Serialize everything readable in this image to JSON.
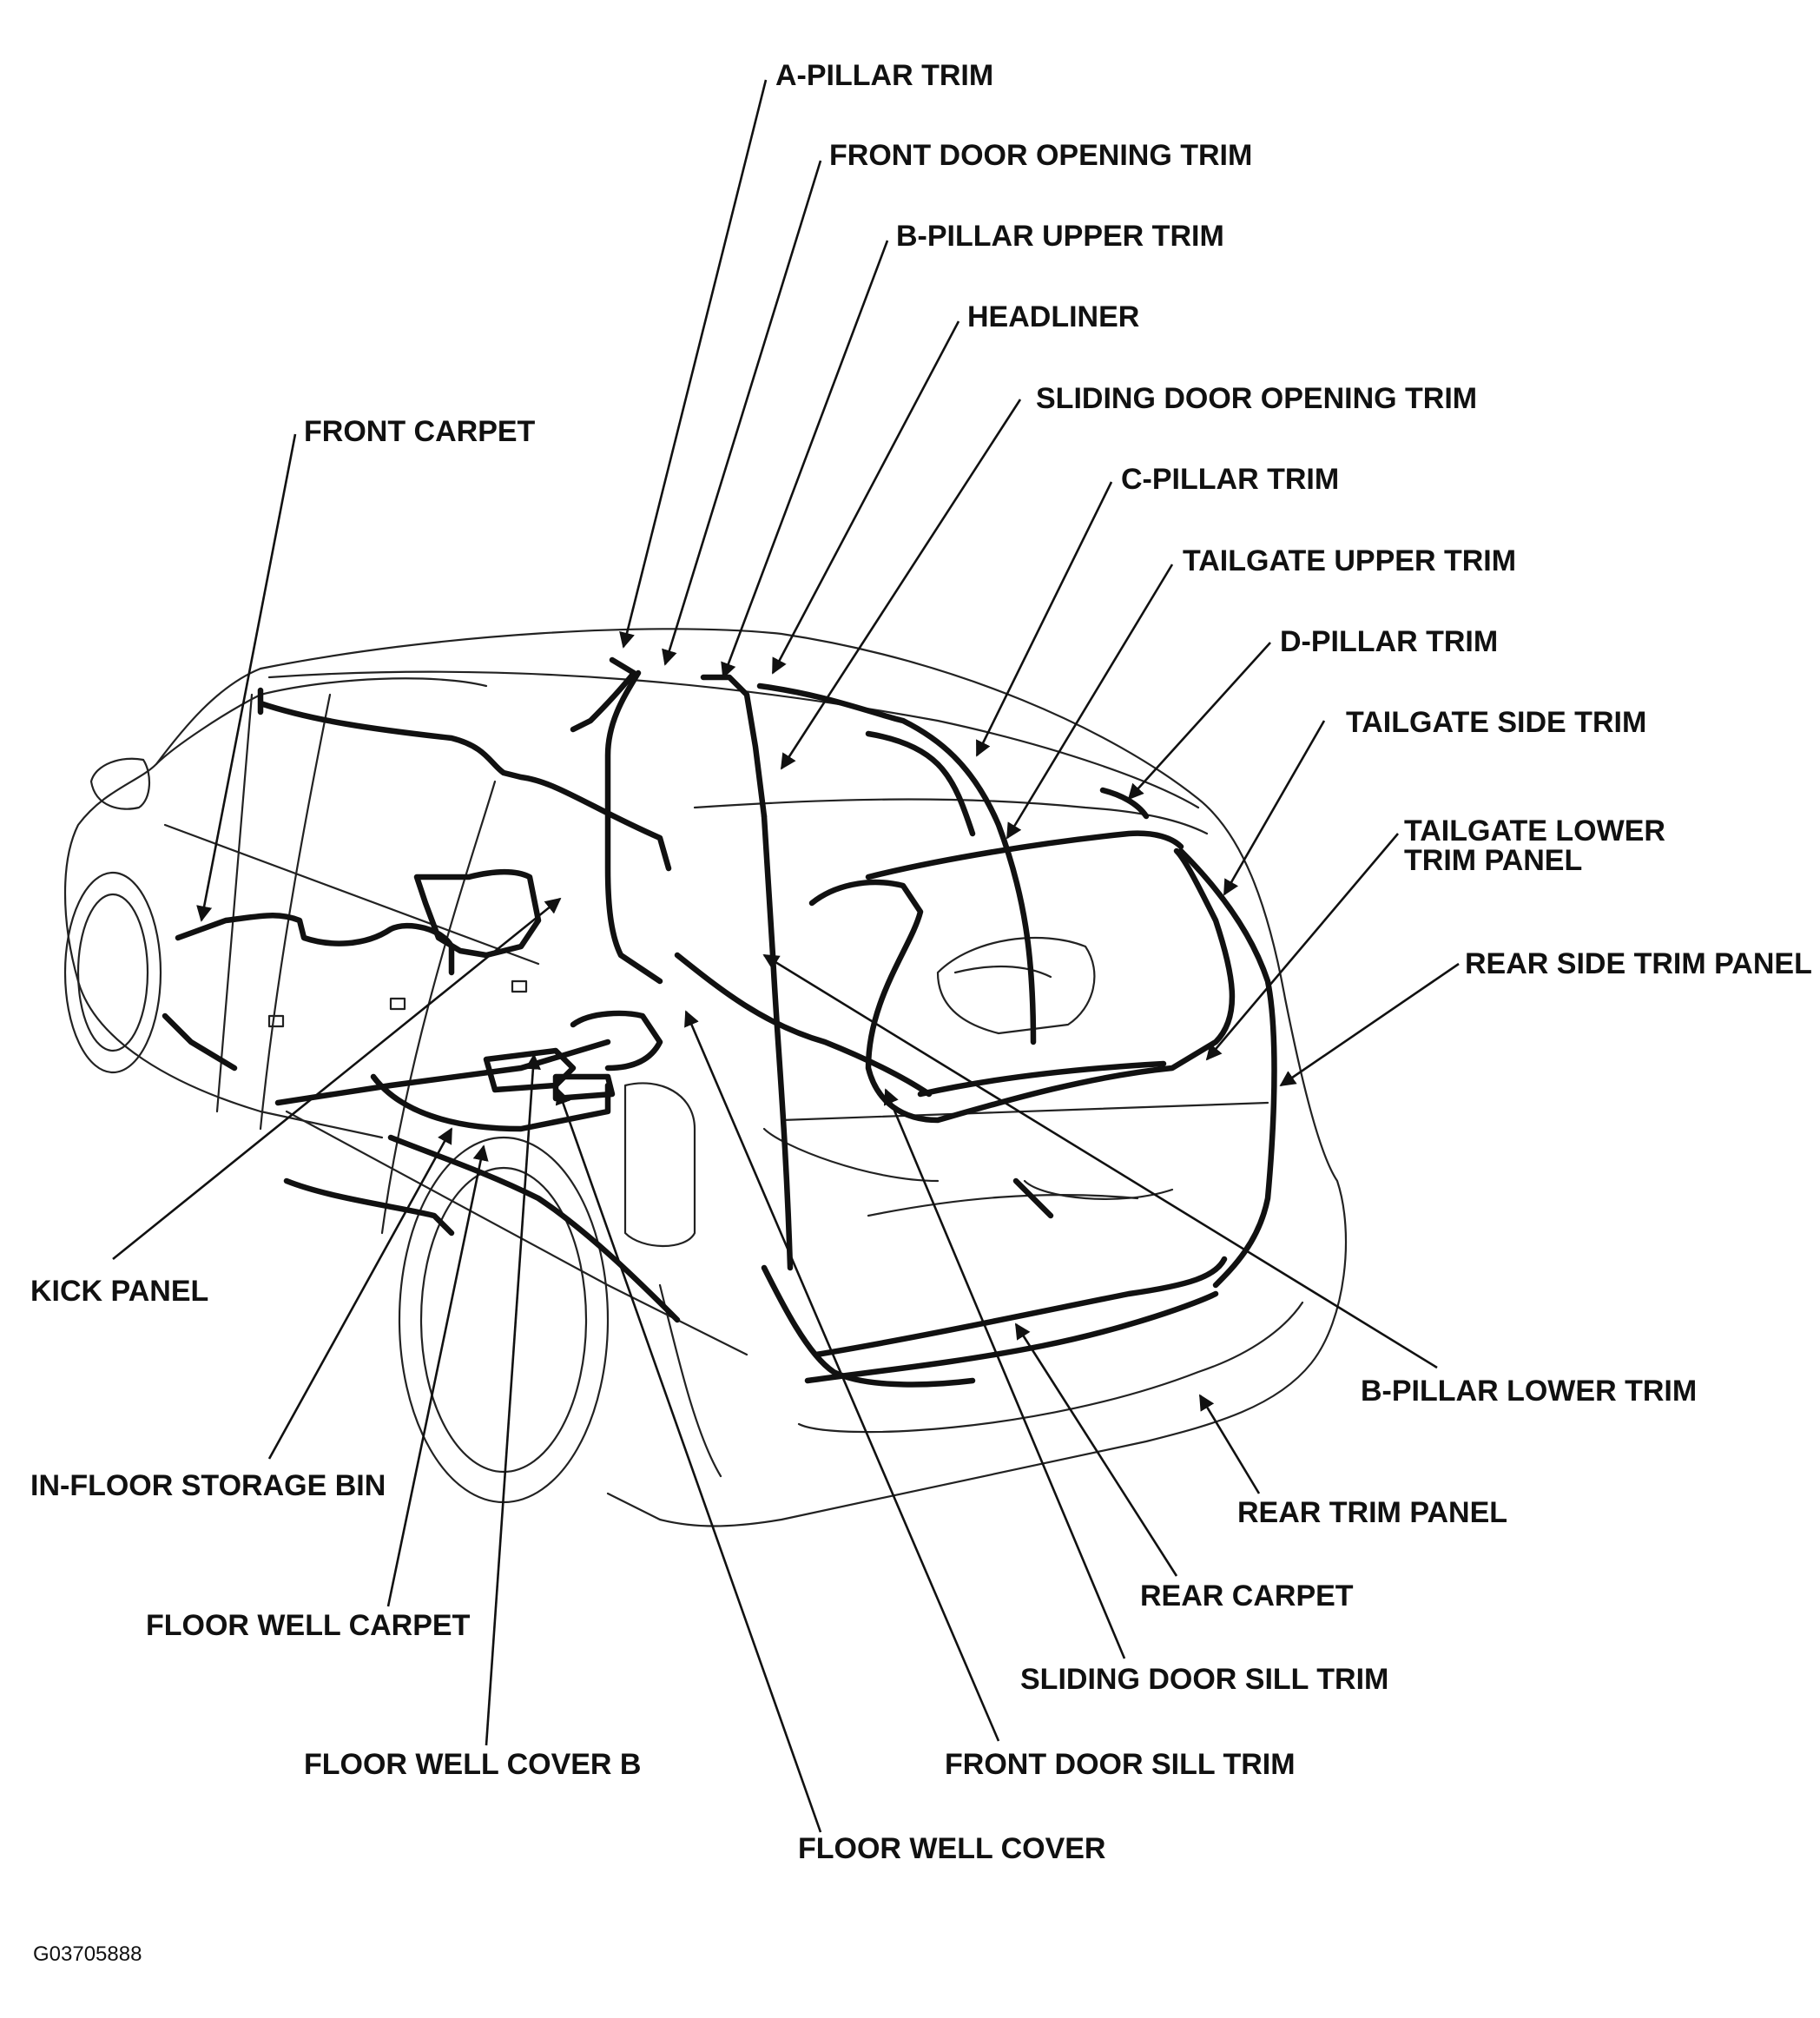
{
  "callouts": [
    {
      "id": "a-pillar-trim",
      "label": "A-PILLAR TRIM"
    },
    {
      "id": "front-door-opening-trim",
      "label": "FRONT DOOR OPENING TRIM"
    },
    {
      "id": "b-pillar-upper-trim",
      "label": "B-PILLAR UPPER TRIM"
    },
    {
      "id": "headliner",
      "label": "HEADLINER"
    },
    {
      "id": "sliding-door-opening-trim",
      "label": "SLIDING DOOR OPENING TRIM"
    },
    {
      "id": "front-carpet",
      "label": "FRONT CARPET"
    },
    {
      "id": "c-pillar-trim",
      "label": "C-PILLAR TRIM"
    },
    {
      "id": "tailgate-upper-trim",
      "label": "TAILGATE UPPER TRIM"
    },
    {
      "id": "d-pillar-trim",
      "label": "D-PILLAR TRIM"
    },
    {
      "id": "tailgate-side-trim",
      "label": "TAILGATE SIDE TRIM"
    },
    {
      "id": "tailgate-lower-trim-panel",
      "label": "TAILGATE LOWER",
      "label2": "TRIM PANEL"
    },
    {
      "id": "rear-side-trim-panel",
      "label": "REAR SIDE TRIM PANEL"
    },
    {
      "id": "kick-panel",
      "label": "KICK PANEL"
    },
    {
      "id": "b-pillar-lower-trim",
      "label": "B-PILLAR LOWER TRIM"
    },
    {
      "id": "in-floor-storage-bin",
      "label": "IN-FLOOR STORAGE BIN"
    },
    {
      "id": "rear-trim-panel",
      "label": "REAR TRIM PANEL"
    },
    {
      "id": "rear-carpet",
      "label": "REAR CARPET"
    },
    {
      "id": "floor-well-carpet",
      "label": "FLOOR WELL CARPET"
    },
    {
      "id": "sliding-door-sill-trim",
      "label": "SLIDING DOOR SILL TRIM"
    },
    {
      "id": "floor-well-cover-b",
      "label": "FLOOR WELL COVER B"
    },
    {
      "id": "front-door-sill-trim",
      "label": "FRONT DOOR SILL TRIM"
    },
    {
      "id": "floor-well-cover",
      "label": "FLOOR WELL COVER"
    }
  ],
  "figure_code": "G03705888"
}
